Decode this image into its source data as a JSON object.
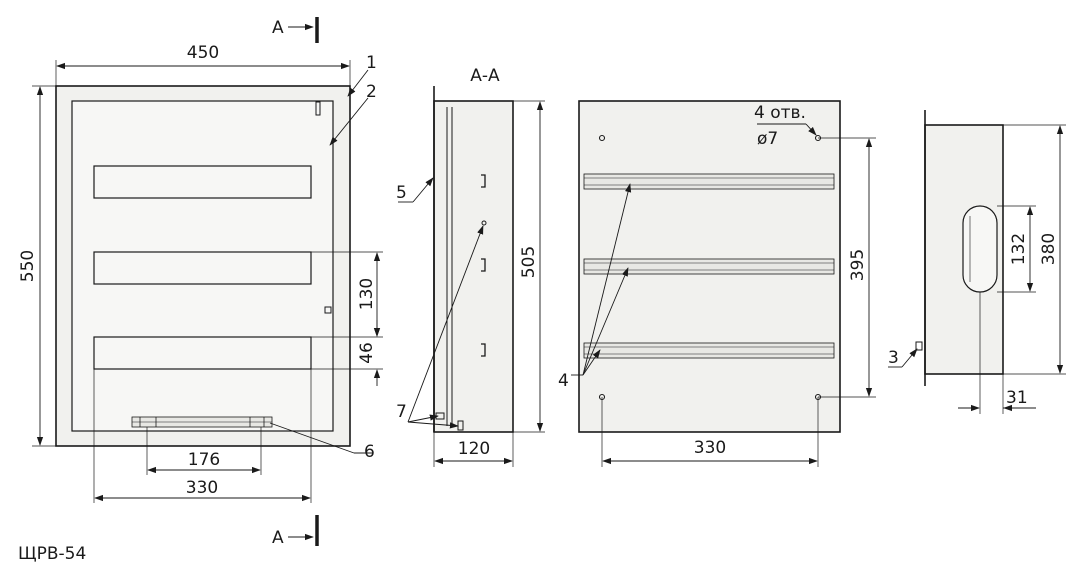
{
  "section_mark": "А",
  "section_title": "А-А",
  "model_label": "ЩРВ-54",
  "holes_note_line1": "4 отв.",
  "holes_note_line2": "ø7",
  "dimensions": {
    "front_width": "450",
    "front_height": "550",
    "module_gap": "130",
    "module_height": "46",
    "terminal_width": "176",
    "rail_width": "330",
    "section_height": "505",
    "section_depth": "120",
    "back_height": "395",
    "back_holes_width": "330",
    "side_height": "380",
    "side_opening": "132",
    "side_offset": "31"
  },
  "callouts": {
    "c1": "1",
    "c2": "2",
    "c3": "3",
    "c4": "4",
    "c5": "5",
    "c6": "6",
    "c7": "7"
  }
}
